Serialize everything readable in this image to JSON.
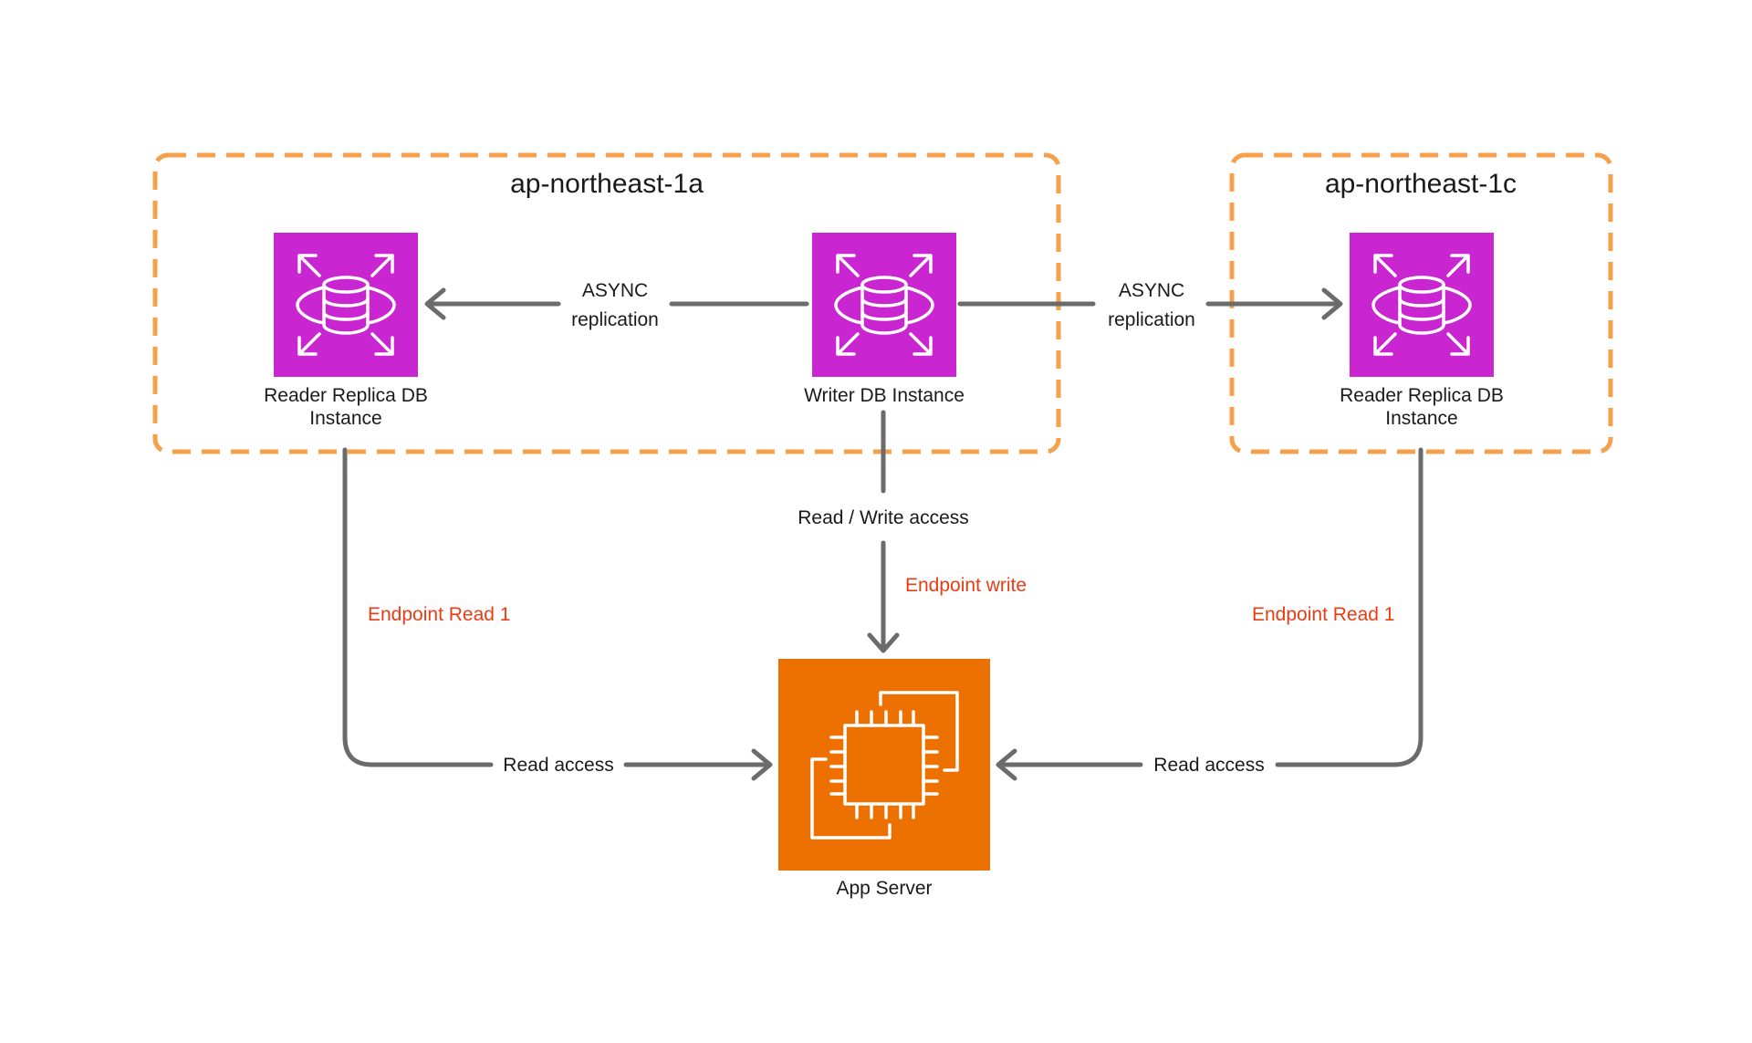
{
  "zones": [
    {
      "id": "az-1a",
      "title": "ap-northeast-1a"
    },
    {
      "id": "az-1c",
      "title": "ap-northeast-1c"
    }
  ],
  "nodes": {
    "reader_1a": {
      "label_line1": "Reader Replica DB",
      "label_line2": "Instance",
      "color": "#c925d1",
      "icon": "rds-database-icon"
    },
    "writer": {
      "label": "Writer DB Instance",
      "color": "#c925d1",
      "icon": "rds-database-icon"
    },
    "reader_1c": {
      "label_line1": "Reader Replica DB",
      "label_line2": "Instance",
      "color": "#c925d1",
      "icon": "rds-database-icon"
    },
    "app_server": {
      "label": "App Server",
      "color": "#ed7100",
      "icon": "ec2-instances-icon"
    }
  },
  "edges": {
    "replication_left": {
      "line1": "ASYNC",
      "line2": "replication"
    },
    "replication_right": {
      "line1": "ASYNC",
      "line2": "replication"
    },
    "writer_to_app": {
      "label": "Read / Write access",
      "endpoint": "Endpoint write"
    },
    "reader_1a_to_app": {
      "label": "Read access",
      "endpoint": "Endpoint Read 1"
    },
    "reader_1c_to_app": {
      "label": "Read access",
      "endpoint": "Endpoint Read 1"
    }
  },
  "colors": {
    "zone_border": "#f5a04a",
    "connector": "#6b6b6b",
    "endpoint_text": "#ea3c14",
    "database": "#c925d1",
    "compute": "#ed7100"
  }
}
